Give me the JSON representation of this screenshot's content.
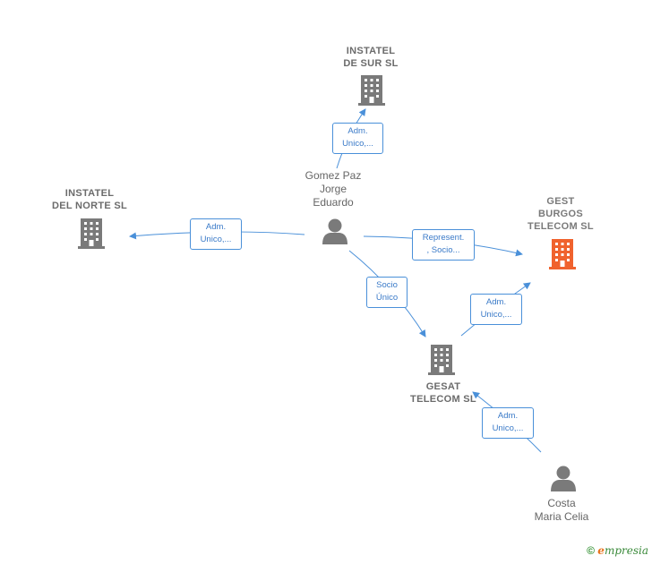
{
  "nodes": {
    "instatel_sur": {
      "label": "INSTATEL\nDE SUR  SL",
      "kind": "company"
    },
    "instatel_norte": {
      "label": "INSTATEL\nDEL NORTE  SL",
      "kind": "company"
    },
    "gest_burgos": {
      "label": "GEST\nBURGOS\nTELECOM  SL",
      "kind": "company-highlight"
    },
    "gesat": {
      "label": "GESAT\nTELECOM  SL",
      "kind": "company"
    },
    "gomez": {
      "label": "Gomez Paz\nJorge\nEduardo",
      "kind": "person"
    },
    "costa": {
      "label": "Costa\nMaria Celia",
      "kind": "person"
    }
  },
  "edges": {
    "gomez_sur": "Adm.\nUnico,...",
    "gomez_norte": "Adm.\nUnico,...",
    "gomez_burgos": "Represent.\n, Socio...",
    "gomez_gesat": "Socio\nÚnico",
    "gesat_burgos": "Adm.\nUnico,...",
    "costa_gesat": "Adm.\nUnico,..."
  },
  "footer": {
    "copyright": "©",
    "brand_initial": "e",
    "brand_rest": "mpresia"
  },
  "colors": {
    "edge": "#4a90d9",
    "building": "#7a7a7a",
    "building_highlight": "#f0622d",
    "person": "#7a7a7a"
  }
}
